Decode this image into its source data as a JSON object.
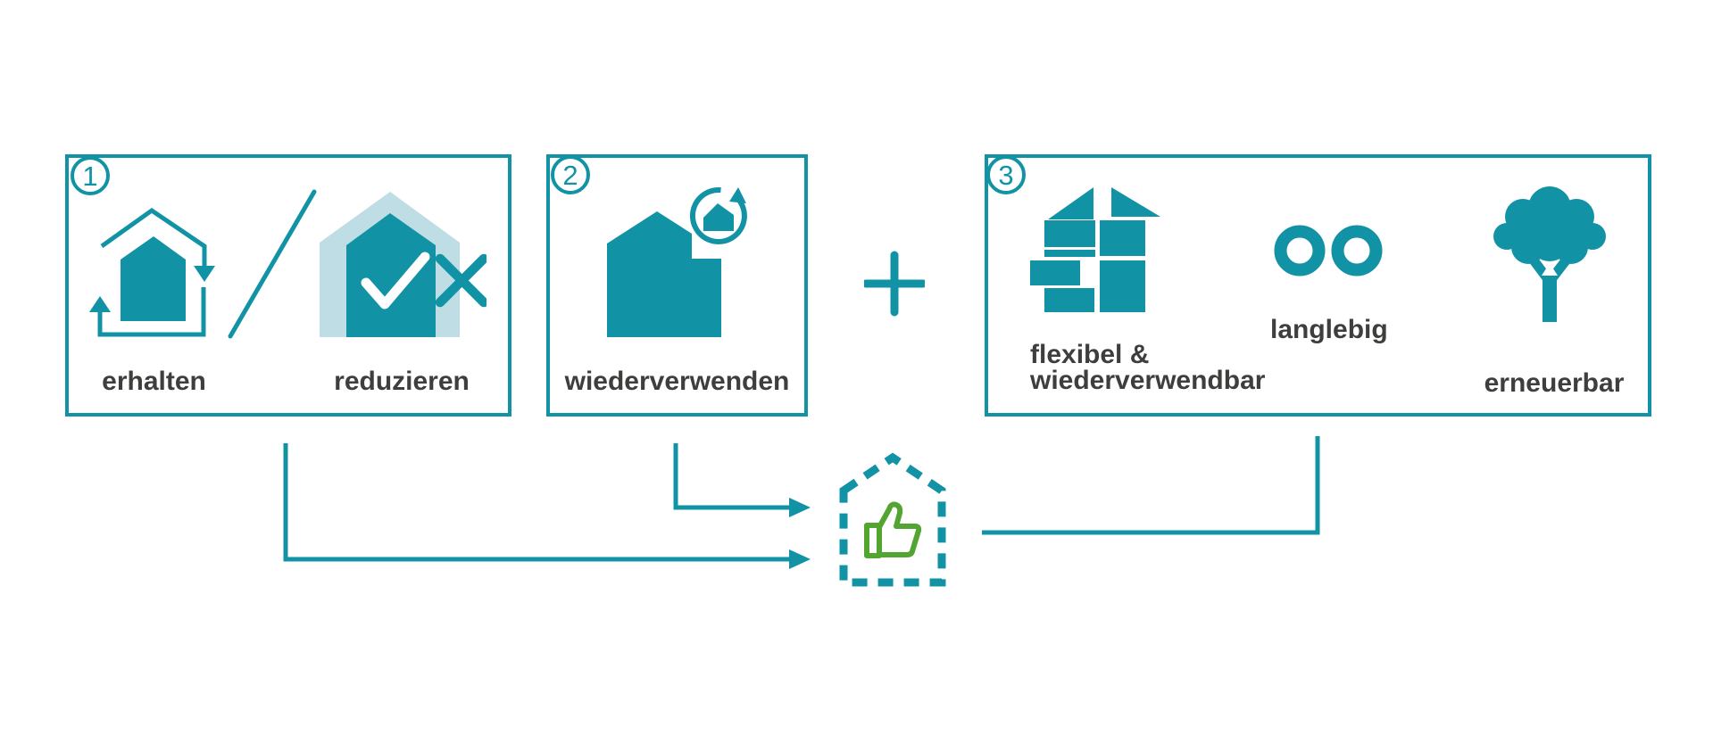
{
  "colors": {
    "teal": "#1193a5",
    "light_blue": "#bedde5",
    "green": "#52a531",
    "text_dark": "#3e3e3d"
  },
  "boxes": {
    "box1": {
      "number": "1",
      "label_erhalten": "erhalten",
      "label_reduzieren": "reduzieren"
    },
    "box2": {
      "number": "2",
      "label_wiederverwenden": "wiederverwenden"
    },
    "box3": {
      "number": "3",
      "label_flexibel_line1": "flexibel &",
      "label_flexibel_line2": "wiederverwendbar",
      "label_langlebig": "langlebig",
      "label_erneuerbar": "erneuerbar"
    }
  },
  "operators": {
    "plus": "+"
  },
  "icon_names": {
    "box1_icon_a": "house-cycle-icon",
    "box1_divider": "slash-divider",
    "box1_icon_b": "house-check-x-icon",
    "box2_icon": "house-reuse-icon",
    "box3_icon_a": "building-blocks-icon",
    "box3_icon_b": "infinity-icon",
    "box3_icon_c": "tree-icon",
    "result_outline": "dashed-house-icon",
    "result_icon": "thumbs-up-icon"
  }
}
